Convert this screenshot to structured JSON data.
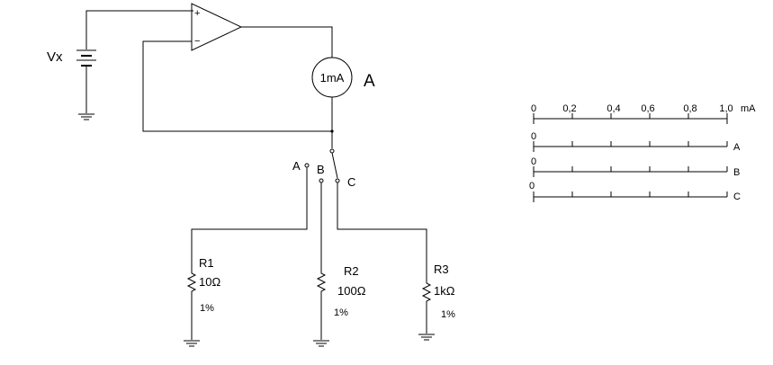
{
  "circuit": {
    "source_label": "Vx",
    "opamp_plus": "+",
    "opamp_minus": "−",
    "meter_value": "1mA",
    "meter_label": "A",
    "switch": {
      "a": "A",
      "b": "B",
      "c": "C"
    },
    "resistors": [
      {
        "name": "R1",
        "value": "10Ω",
        "tolerance": "1%"
      },
      {
        "name": "R2",
        "value": "100Ω",
        "tolerance": "1%"
      },
      {
        "name": "R3",
        "value": "1kΩ",
        "tolerance": "1%"
      }
    ]
  },
  "scales": {
    "top": {
      "ticks": [
        "0",
        "0,2",
        "0,4",
        "0,6",
        "0,8",
        "1,0"
      ],
      "unit": "mA"
    },
    "rows": [
      {
        "zero": "0",
        "label": "A"
      },
      {
        "zero": "0",
        "label": "B"
      },
      {
        "zero": "0",
        "label": "C"
      }
    ]
  }
}
